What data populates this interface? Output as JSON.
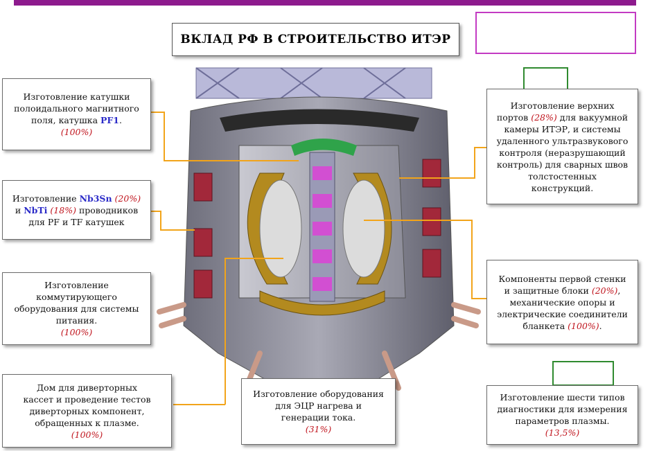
{
  "title": "ВКЛАД РФ В СТРОИТЕЛЬСТВО ИТЭР",
  "accent_colors": {
    "header_bar": "#8d1a8d",
    "percent": "#c0151e",
    "highlight": "#2b2bc8",
    "leader_line": "#f2a41a",
    "empty_box_pink": "#c33ac3",
    "empty_box_green": "#2f8a2f"
  },
  "boxes": {
    "pf1": {
      "line1": "Изготовление катушки",
      "line2": "полоидального магнитного",
      "line3": "поля, катушка",
      "coil": "PF1",
      "line3_end": ".",
      "pct": "(100%)"
    },
    "conductors": {
      "prefix": "Изготовление",
      "nb3sn": "Nb3Sn",
      "pct1": "(20%)",
      "and": "и",
      "nbti": "NbTi",
      "pct2": "(18%)",
      "suffix": "проводников",
      "line3": "для PF и TF катушек"
    },
    "switching": {
      "line1": "Изготовление",
      "line2": "коммутирующего",
      "line3": "оборудования для системы",
      "line4": "питания.",
      "pct": "(100%)"
    },
    "divertor": {
      "line1": "Дом для диверторных",
      "line2": "кассет и проведение тестов",
      "line3": "диверторных компонент,",
      "line4": "обращенных к плазме.",
      "pct": "(100%)"
    },
    "ecr": {
      "line1": "Изготовление оборудования",
      "line2": "для ЭЦР нагрева и",
      "line3": "генерации тока.",
      "pct": "(31%)"
    },
    "ports": {
      "line1": "Изготовление верхних",
      "line2a": "портов",
      "pct": "(28%)",
      "line2b": "для вакуумной",
      "line3": "камеры ИТЭР, и системы",
      "line4": "удаленного ультразвукового",
      "line5": "контроля (неразрушающий",
      "line6": "контроль) для сварных швов",
      "line7": "толстостенных",
      "line8": "конструкций."
    },
    "first_wall": {
      "line1": "Компоненты первой стенки",
      "line2a": "и защитные блоки",
      "pct1": "(20%)",
      "line2b": ",",
      "line3": "механические опоры и",
      "line4": "электрические соединители",
      "line5a": "бланкета",
      "pct2": "(100%)",
      "line5b": "."
    },
    "diagnostics": {
      "line1": "Изготовление шести типов",
      "line2": "диагностики для измерения",
      "line3": "параметров плазмы.",
      "pct": "(13,5%)"
    }
  }
}
